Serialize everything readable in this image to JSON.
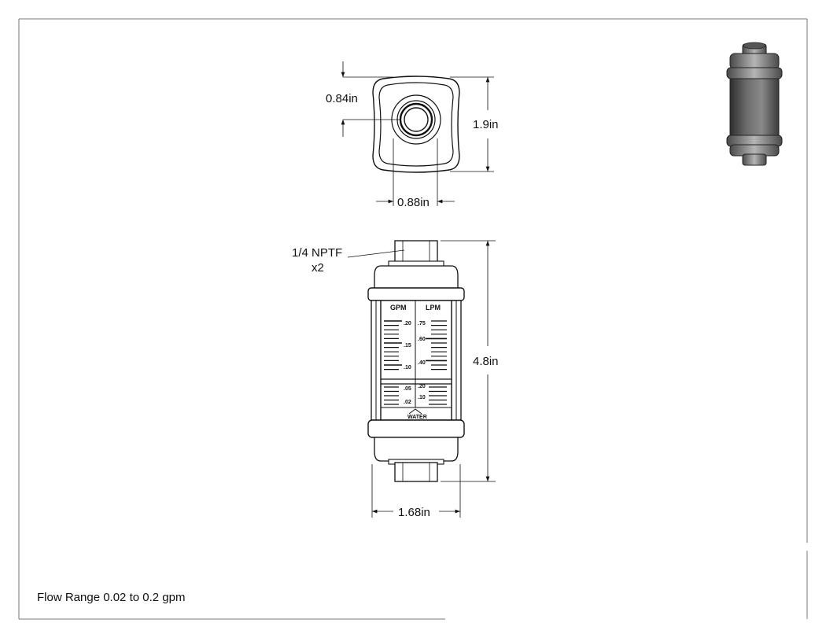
{
  "top_view": {
    "height_label": "0.84in",
    "width_label": "1.9in",
    "port_label": "0.88in"
  },
  "front_view": {
    "port_note_line1": "1/4 NPTF",
    "port_note_line2": "x2",
    "height_label": "4.8in",
    "width_label": "1.68in",
    "gpm_header": "GPM",
    "lpm_header": "LPM",
    "gpm_ticks": [
      ".20",
      ".15",
      ".10",
      ".05",
      ".02"
    ],
    "lpm_ticks": [
      ".75",
      ".60",
      ".40",
      ".20",
      ".10"
    ],
    "fluid_label": "WATER"
  },
  "footer": {
    "flow_range": "Flow Range 0.02 to 0.2 gpm"
  },
  "colors": {
    "line": "#111111",
    "body_fill": "#ffffff",
    "iso_dark": "#3a3a3a",
    "iso_mid": "#6b6b6b",
    "iso_light": "#a8a8a8"
  }
}
